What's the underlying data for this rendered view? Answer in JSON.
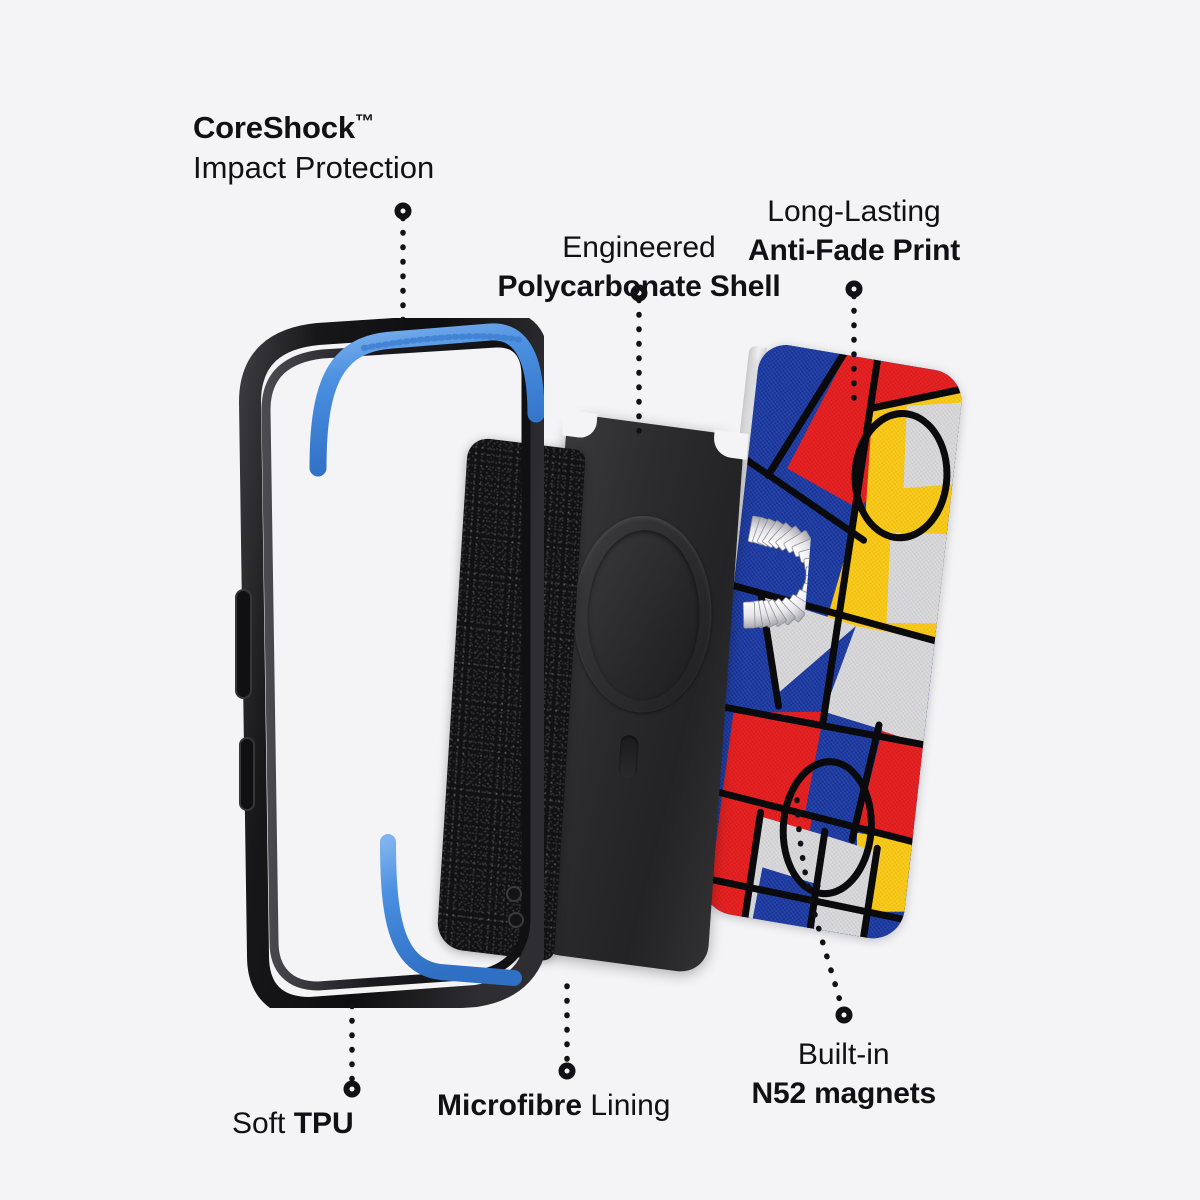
{
  "background_color": "#f4f4f6",
  "text_color": "#111115",
  "callouts": [
    {
      "id": "coreshock",
      "name": "coreshock-impact-protection",
      "line1": "CoreShock",
      "trademark": "™",
      "line2": "Impact Protection",
      "line1_weight": "bold",
      "line2_weight": "regular"
    },
    {
      "id": "polycarbonate",
      "name": "engineered-polycarbonate-shell",
      "line1": "Engineered",
      "line2": "Polycarbonate Shell",
      "line1_weight": "regular",
      "line2_weight": "bold"
    },
    {
      "id": "antifade",
      "name": "long-lasting-anti-fade-print",
      "line1": "Long-Lasting",
      "line2": "Anti-Fade Print",
      "line1_weight": "regular",
      "line2_weight": "bold"
    },
    {
      "id": "tpu",
      "name": "soft-tpu",
      "prefix": "Soft ",
      "emphasis": "TPU",
      "suffix": ""
    },
    {
      "id": "microfibre",
      "name": "microfibre-lining",
      "prefix": "",
      "emphasis": "Microfibre",
      "suffix": " Lining"
    },
    {
      "id": "magnets",
      "name": "built-in-n52-magnets",
      "line1": "Built-in",
      "line2": "N52 magnets",
      "line1_weight": "regular",
      "line2_weight": "bold"
    }
  ],
  "layers": [
    {
      "name": "tpu-bumper-frame",
      "material": "Soft TPU",
      "color": "#17171a",
      "accent_color": "#4a8fe0"
    },
    {
      "name": "microfibre-lining",
      "material": "Microfibre",
      "color": "#121214"
    },
    {
      "name": "polycarbonate-shell",
      "material": "Polycarbonate",
      "color": "#2b2b2d"
    },
    {
      "name": "magnet-ring",
      "material": "N52 magnets",
      "color": "#e8e8ea"
    },
    {
      "name": "printed-back-panel",
      "material": "Anti-Fade Print",
      "color": "#1f3b9e"
    }
  ],
  "palette": {
    "blue_accent": "#4a8fe0",
    "print_blue": "#1f3b9e",
    "print_red": "#e02020",
    "print_yellow": "#f5c518",
    "print_grey": "#d4d4d6",
    "print_outline": "#0a0a0c",
    "shell_black": "#2b2b2d",
    "frame_black": "#17171a",
    "magnet_silver": "#e8e8ea"
  },
  "leader_marker": "hollow-circle"
}
